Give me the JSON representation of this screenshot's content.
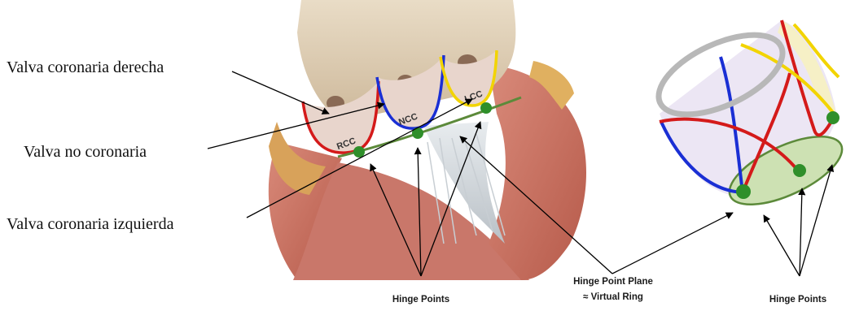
{
  "labels": {
    "right_coronary": "Valva coronaria derecha",
    "non_coronary": "Valva no coronaria",
    "left_coronary": "Valva coronaria izquierda"
  },
  "cusps": {
    "rcc": "RCC",
    "ncc": "NCC",
    "lcc": "LCC"
  },
  "captions": {
    "hinge_points_left": "Hinge Points",
    "hinge_plane_line1": "Hinge Point Plane",
    "hinge_plane_line2": "≈ Virtual Ring",
    "hinge_points_right": "Hinge Points"
  },
  "colors": {
    "rcc_curve": "#d41a1a",
    "ncc_curve": "#1a2fd4",
    "lcc_curve": "#f2d400",
    "hinge_point": "#2f8f2a",
    "plane": "#5c8a3a",
    "ring": "#b8b8b8"
  }
}
